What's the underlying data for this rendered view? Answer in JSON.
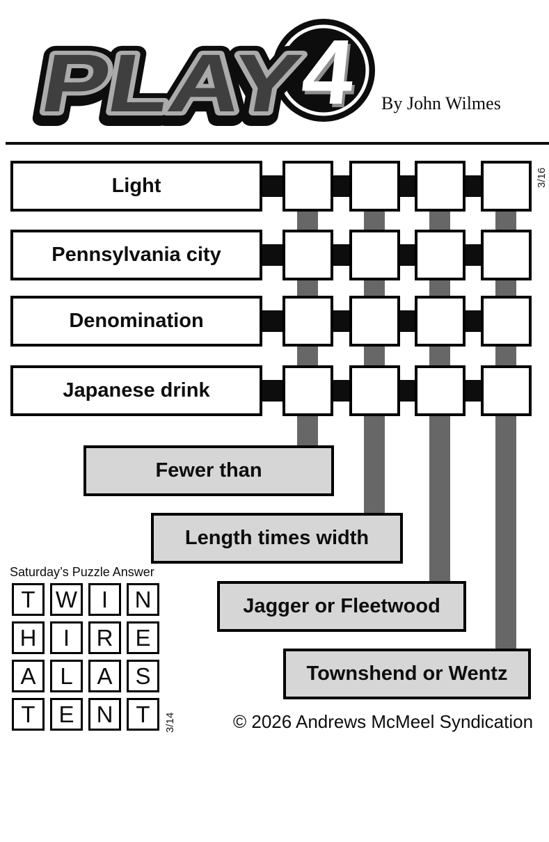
{
  "header": {
    "logo_word": "PLAY",
    "logo_number": "4",
    "byline": "By John Wilmes"
  },
  "puzzle": {
    "across_clues": [
      "Light",
      "Pennsylvania city",
      "Denomination",
      "Japanese drink"
    ],
    "down_clues": [
      "Fewer than",
      "Length times width",
      "Jagger or Fleetwood",
      "Townshend or Wentz"
    ],
    "date_mark": "3/16",
    "grid_size": "4x4"
  },
  "answer": {
    "title": "Saturday’s Puzzle Answer",
    "rows": [
      [
        "T",
        "W",
        "I",
        "N"
      ],
      [
        "H",
        "I",
        "R",
        "E"
      ],
      [
        "A",
        "L",
        "A",
        "S"
      ],
      [
        "T",
        "E",
        "N",
        "T"
      ]
    ],
    "date_mark": "3/14"
  },
  "footer": {
    "copyright": "© 2026 Andrews McMeel Syndication"
  },
  "colors": {
    "ink": "#000000",
    "connector_gray": "#676767",
    "down_box_fill": "#d6d6d6",
    "logo_letter_fill": "#3f3f3f",
    "logo_outline_gray": "#ababab"
  }
}
